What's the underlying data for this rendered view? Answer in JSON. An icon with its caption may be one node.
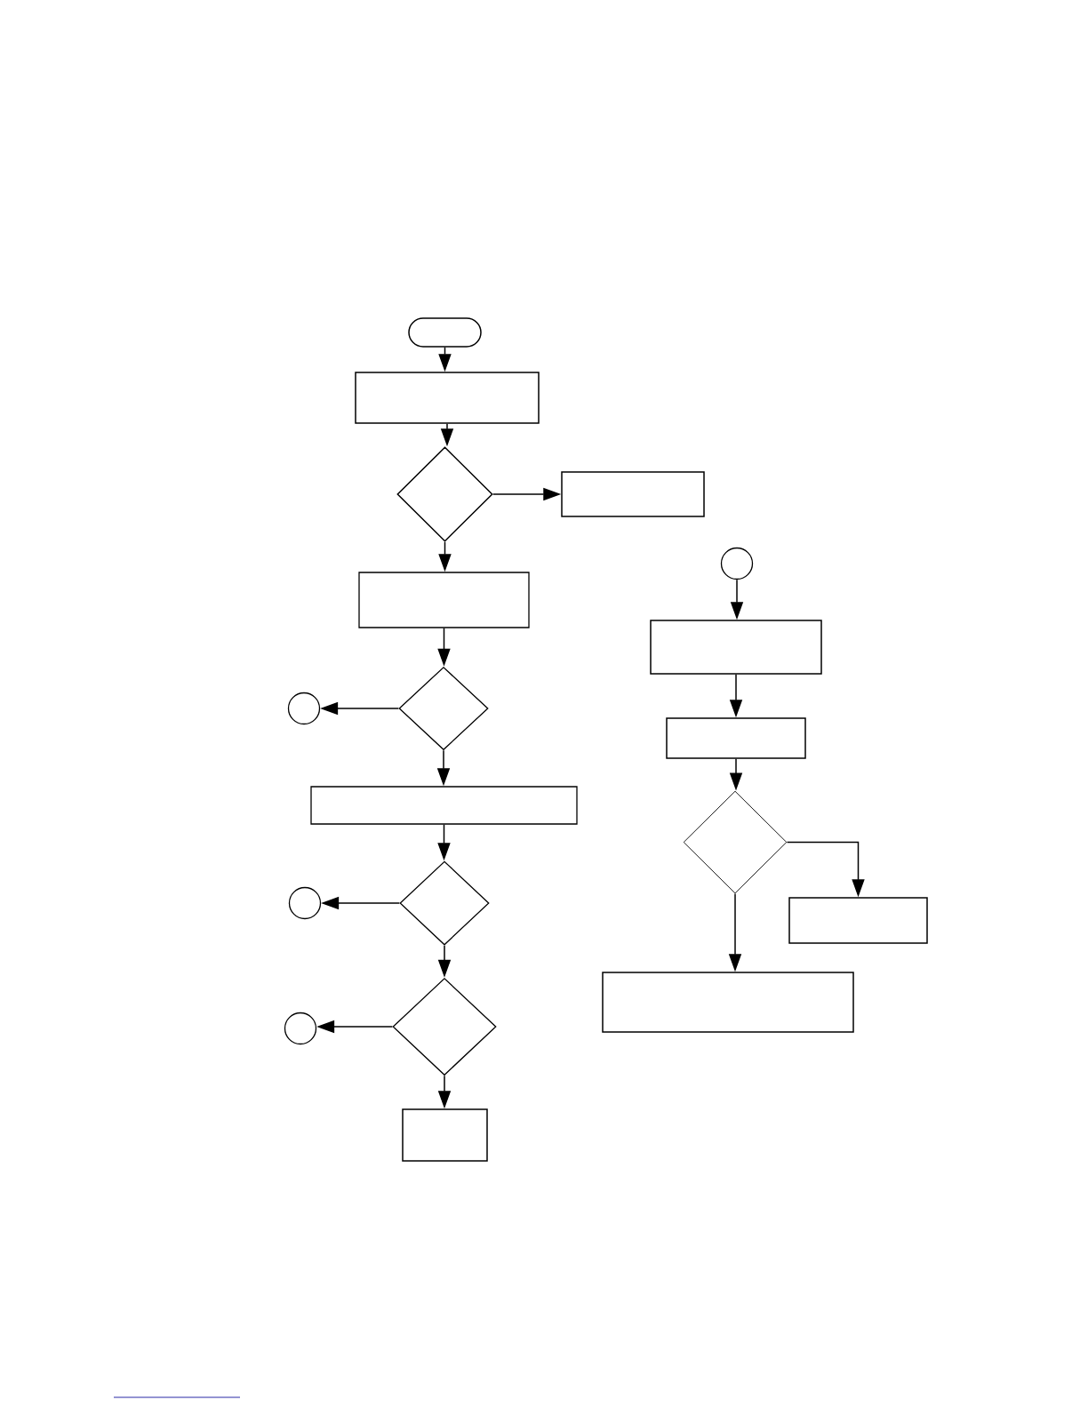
{
  "diagram": {
    "nodes": [
      {
        "text": [],
        "shape": "pill"
      },
      {
        "text": [],
        "shape": "box"
      },
      {
        "text": [],
        "shape": "diamond"
      },
      {
        "text": [],
        "shape": "box"
      },
      {
        "text": [],
        "shape": "box"
      },
      {
        "text": [],
        "shape": "diamond"
      },
      {
        "text": [],
        "shape": "circle"
      },
      {
        "text": [],
        "shape": "box"
      },
      {
        "text": [],
        "shape": "diamond"
      },
      {
        "text": [],
        "shape": "circle"
      },
      {
        "text": [],
        "shape": "diamond"
      },
      {
        "text": [],
        "shape": "circle"
      },
      {
        "text": [],
        "shape": "box"
      },
      {
        "text": [],
        "shape": "circle"
      },
      {
        "text": [],
        "shape": "box"
      },
      {
        "text": [],
        "shape": "box"
      },
      {
        "text": [],
        "shape": "diamond"
      },
      {
        "text": [],
        "shape": "box"
      },
      {
        "text": [],
        "shape": "box"
      }
    ],
    "edges": [
      {
        "from": 0,
        "to": 1,
        "arrow": "to"
      },
      {
        "from": 1,
        "to": 2,
        "arrow": "to"
      },
      {
        "from": 2,
        "to": 3,
        "arrow": "to"
      },
      {
        "from": 2,
        "to": 4,
        "arrow": "to"
      },
      {
        "from": 4,
        "to": 5,
        "arrow": "to"
      },
      {
        "from": 5,
        "to": 6,
        "arrow": "to"
      },
      {
        "from": 5,
        "to": 7,
        "arrow": "to"
      },
      {
        "from": 7,
        "to": 8,
        "arrow": "to"
      },
      {
        "from": 8,
        "to": 9,
        "arrow": "to"
      },
      {
        "from": 8,
        "to": 10,
        "arrow": "to"
      },
      {
        "from": 10,
        "to": 11,
        "arrow": "to"
      },
      {
        "from": 10,
        "to": 12,
        "arrow": "to"
      },
      {
        "from": 13,
        "to": 14,
        "arrow": "to"
      },
      {
        "from": 14,
        "to": 15,
        "arrow": "to"
      },
      {
        "from": 15,
        "to": 16,
        "arrow": "to"
      },
      {
        "from": 16,
        "to": 17,
        "arrow": "to"
      },
      {
        "from": 16,
        "to": 18,
        "arrow": "to"
      }
    ]
  }
}
